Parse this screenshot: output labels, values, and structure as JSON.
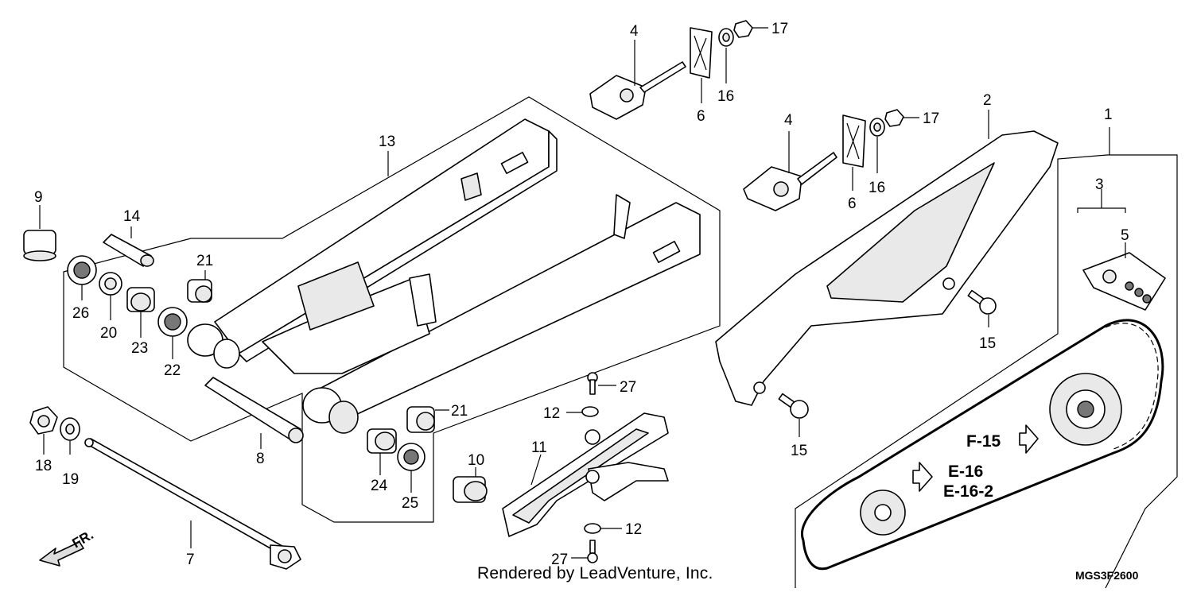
{
  "diagram": {
    "part_labels": [
      "1",
      "2",
      "3",
      "4",
      "5",
      "6",
      "7",
      "8",
      "9",
      "10",
      "11",
      "12",
      "13",
      "14",
      "15",
      "16",
      "17",
      "18",
      "19",
      "20",
      "21",
      "22",
      "23",
      "24",
      "25",
      "26",
      "27"
    ],
    "ref_labels": {
      "f15": "F-15",
      "e16": "E-16",
      "e162": "E-16-2"
    },
    "front_label": "FR.",
    "footer_text": "Rendered by LeadVenture, Inc.",
    "diagram_code": "MGS3F2600"
  }
}
